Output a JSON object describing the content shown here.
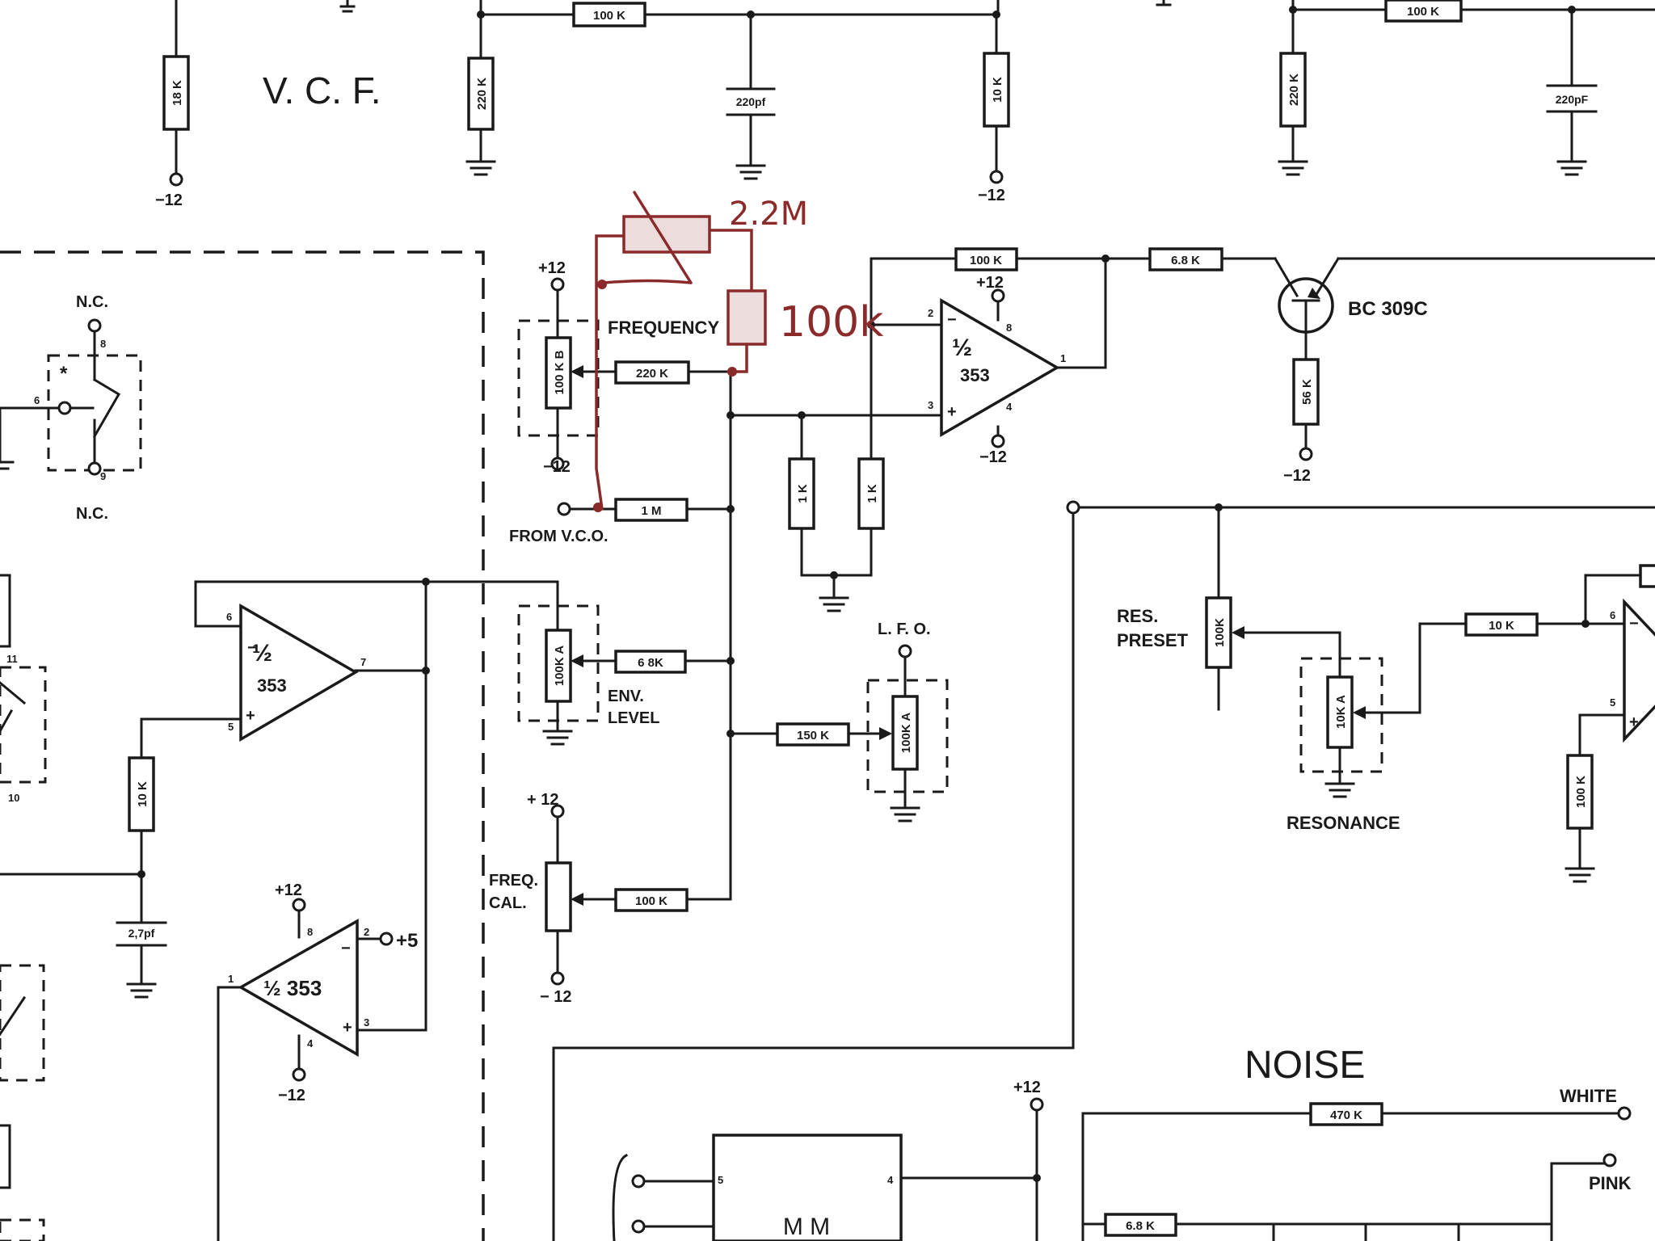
{
  "sections": {
    "vcf": "V. C. F.",
    "noise": "NOISE"
  },
  "resistors": {
    "r_18k": "18 K",
    "r_220k_top": "220 K",
    "r_100k_top": "100 K",
    "r_10k_top": "10 K",
    "r_220k_topright": "220 K",
    "r_100k_topright": "100 K",
    "r_100k_fb": "100 K",
    "r_68k_out": "6.8 K",
    "r_56k": "56 K",
    "r_220k_freq": "220 K",
    "r_1m": "1 M",
    "r_1k_a": "1 K",
    "r_1k_b": "1 K",
    "r_68k_env": "6 8K",
    "r_150k": "150 K",
    "r_100k_cal": "100 K",
    "r_10k_res": "10 K",
    "r_10k_left": "10 K",
    "r_100k_right": "100 K",
    "r_470k": "470 K",
    "r_68k_noise": "6.8 K"
  },
  "capacitors": {
    "c_220pf_a": "220pf",
    "c_220pf_b": "220pF",
    "c_27pf": "2,7pf"
  },
  "pots": {
    "frequency_pot": "100 K B",
    "env_pot": "100K A",
    "lfo_pot": "100K A",
    "res_preset": "100K",
    "resonance_pot": "10K A"
  },
  "labels": {
    "frequency": "FREQUENCY",
    "from_vco": "FROM V.C.O.",
    "env_level_1": "ENV.",
    "env_level_2": "LEVEL",
    "lfo": "L. F. O.",
    "freq_cal_1": "FREQ.",
    "freq_cal_2": "CAL.",
    "res_preset_1": "RES.",
    "res_preset_2": "PRESET",
    "resonance": "RESONANCE",
    "transistor": "BC 309C",
    "white": "WHITE",
    "pink": "PINK",
    "nc_top": "N.C.",
    "nc_bottom": "N.C.",
    "plus5": "+5",
    "chip": "M  M",
    "star": "*"
  },
  "opamps": {
    "half": "½",
    "model": "353",
    "half_353": "½ 353"
  },
  "rails": {
    "pos": "+12",
    "pos_spaced": "+ 12",
    "neg": "−12",
    "neg_spaced": "− 12",
    "neg_cut": "−12"
  },
  "pins": {
    "p1": "1",
    "p2": "2",
    "p3": "3",
    "p4": "4",
    "p5": "5",
    "p6": "6",
    "p7": "7",
    "p8": "8",
    "p9": "9",
    "p10": "10",
    "p11": "11"
  },
  "annotations": {
    "note_22m": "2.2M",
    "note_100k": "100k"
  }
}
